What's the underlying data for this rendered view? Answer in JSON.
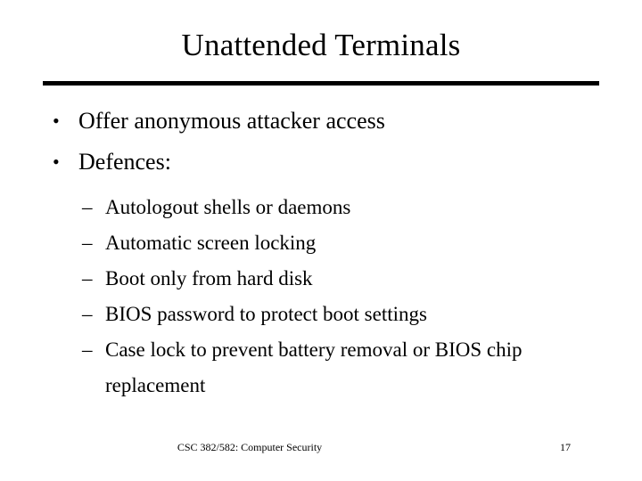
{
  "slide": {
    "title": "Unattended Terminals",
    "background_color": "#ffffff",
    "text_color": "#000000",
    "bullets": [
      {
        "marker": "•",
        "text": "Offer anonymous attacker access"
      },
      {
        "marker": "•",
        "text": "Defences:"
      }
    ],
    "sub_bullets": [
      {
        "marker": "–",
        "text": "Autologout shells or daemons"
      },
      {
        "marker": "–",
        "text": "Automatic screen locking"
      },
      {
        "marker": "–",
        "text": "Boot only from hard disk"
      },
      {
        "marker": "–",
        "text": "BIOS password to protect boot settings"
      },
      {
        "marker": "–",
        "text": "Case lock to prevent battery removal or BIOS chip replacement"
      }
    ],
    "footer": {
      "course": "CSC 382/582: Computer Security",
      "page_number": "17"
    }
  }
}
